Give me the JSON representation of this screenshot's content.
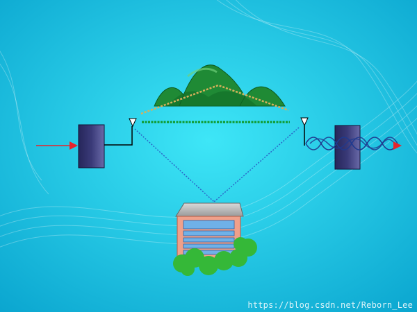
{
  "watermark": "https://blog.csdn.net/Reborn_Lee",
  "colors": {
    "background_light": "#3ee6f7",
    "background_dark": "#0aa5cf",
    "transmitter_box": "#3a3a78",
    "receiver_box": "#3a3a78",
    "input_arrow": "#e8232b",
    "direct_path": "#0f9a2c",
    "mountain_reflection_path": "#d6b15a",
    "building_reflection_path": "#2b66c9",
    "received_waveforms": "#1f3a8f",
    "output_arrow": "#e8232b",
    "mountains": "#1f8a35",
    "building_frame": "#f0a08a",
    "building_windows": "#6fb1e8",
    "bushes": "#35b838"
  },
  "icons": {
    "transmitter": "transmitter-block",
    "receiver": "receiver-block",
    "tx_antenna": "antenna-icon",
    "rx_antenna": "antenna-icon",
    "mountain": "mountain-icon",
    "building": "office-building-icon",
    "bushes": "bush-icon"
  }
}
